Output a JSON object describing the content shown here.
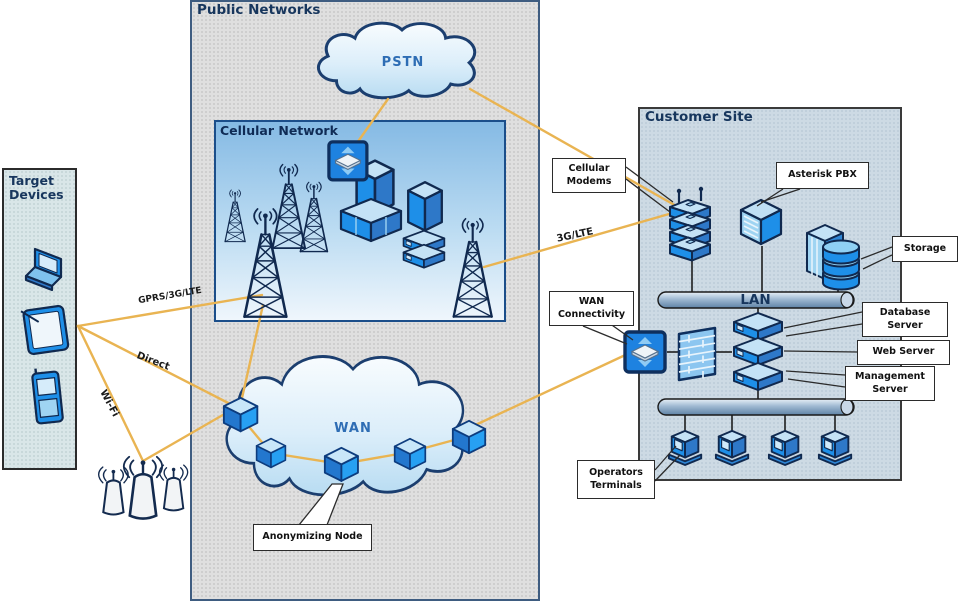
{
  "diagram": {
    "regions": {
      "target_devices": {
        "title": "Target Devices"
      },
      "public_networks": {
        "title": "Public Networks"
      },
      "cellular_network": {
        "title": "Cellular Network"
      },
      "customer_site": {
        "title": "Customer Site"
      }
    },
    "clouds": {
      "pstn_label": "PSTN",
      "wan_label": "WAN"
    },
    "lan_bus_label": "LAN",
    "link_labels": {
      "gprs": "GPRS/3G/LTE",
      "direct": "Direct",
      "wifi": "Wi-Fi",
      "lte_3g": "3G/LTE"
    },
    "callouts": {
      "cellular_modems": "Cellular Modems",
      "asterisk_pbx": "Asterisk PBX",
      "storage": "Storage",
      "wan_connectivity": "WAN Connectivity",
      "database_server": "Database Server",
      "web_server": "Web Server",
      "management_server": "Management Server",
      "operators_terminals": "Operators Terminals",
      "anonymizing_node": "Anonymizing Node"
    },
    "icons": {
      "cell-tower-icon": "lattice radio tower with signal waves",
      "switch-icon": "blue square with layer diamond and up/down arrows",
      "firewall-icon": "brick wall panel",
      "network-node-cube-icon": "isometric blue cube",
      "wifi-access-point-icon": "cone antenna with radio waves",
      "modem-stack-icon": "stack of modems with two antennas",
      "pbx-server-icon": "isometric server box with vents",
      "storage-icon": "server tower with stacked disks",
      "rack-switch-icon": "flat isometric switch slab",
      "terminal-icon": "small desktop computer",
      "laptop-icon": "isometric laptop",
      "tablet-icon": "tablet with stylus",
      "phone-icon": "mobile phone"
    },
    "colors": {
      "link_line": "#E9B452",
      "icon_blue": "#1E8FE8",
      "icon_navy": "#10294F",
      "title_navy": "#17365D",
      "cloud_text_blue": "#2E6DB4",
      "public_networks_bg": "#DFDFDF",
      "customer_site_bg": "#CDDAE4",
      "target_devices_bg": "#D9E6E8"
    }
  }
}
